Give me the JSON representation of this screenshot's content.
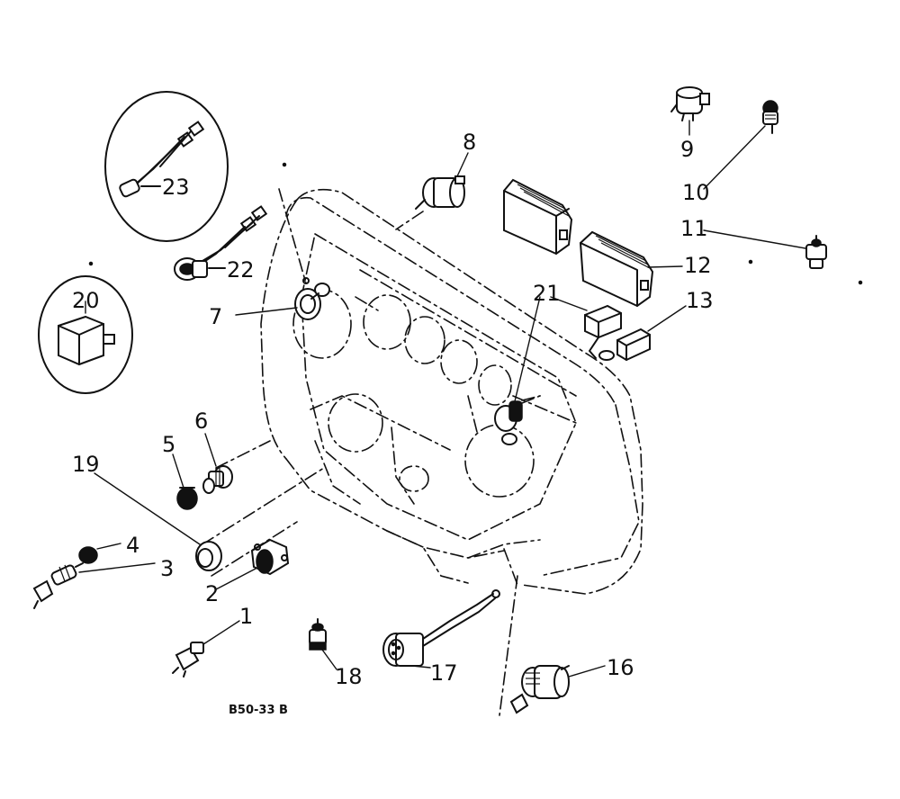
{
  "figure": {
    "reference_code": "B50-33 B"
  },
  "callouts": [
    {
      "id": "1",
      "label": "1"
    },
    {
      "id": "2",
      "label": "2"
    },
    {
      "id": "3",
      "label": "3"
    },
    {
      "id": "4",
      "label": "4"
    },
    {
      "id": "5",
      "label": "5"
    },
    {
      "id": "6",
      "label": "6"
    },
    {
      "id": "7",
      "label": "7"
    },
    {
      "id": "8",
      "label": "8"
    },
    {
      "id": "9",
      "label": "9"
    },
    {
      "id": "10",
      "label": "10"
    },
    {
      "id": "11",
      "label": "11"
    },
    {
      "id": "12",
      "label": "12"
    },
    {
      "id": "13",
      "label": "13"
    },
    {
      "id": "16",
      "label": "16"
    },
    {
      "id": "17",
      "label": "17"
    },
    {
      "id": "18",
      "label": "18"
    },
    {
      "id": "19",
      "label": "19"
    },
    {
      "id": "20",
      "label": "20"
    },
    {
      "id": "21",
      "label": "21"
    },
    {
      "id": "22",
      "label": "22"
    },
    {
      "id": "23",
      "label": "23"
    }
  ]
}
